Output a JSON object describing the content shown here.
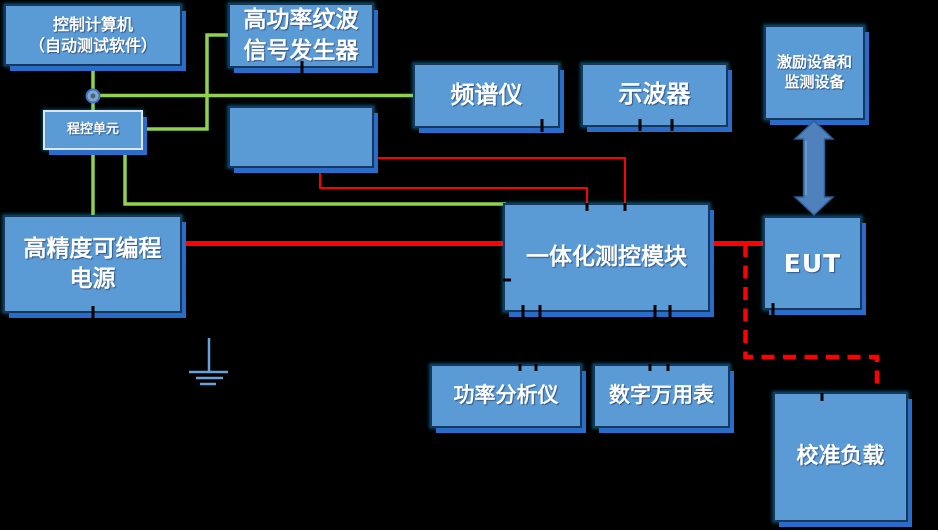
{
  "diagram": {
    "nodes": {
      "control_computer": {
        "label": "控制计算机\n（自动测试软件）"
      },
      "program_control_unit": {
        "label": "程控单元"
      },
      "ripple_generator": {
        "label": "高功率纹波\n信号发生器"
      },
      "spectrum_analyzer": {
        "label": "频谱仪"
      },
      "oscilloscope": {
        "label": "示波器"
      },
      "excitation_monitoring": {
        "label": "激励设备和\n监测设备"
      },
      "programmable_power_supply": {
        "label": "高精度可编程\n电源"
      },
      "integrated_module": {
        "label": "一体化测控模块"
      },
      "eut": {
        "label": "EUT"
      },
      "power_analyzer": {
        "label": "功率分析仪"
      },
      "digital_multimeter": {
        "label": "数字万用表"
      },
      "calibration_load": {
        "label": "校准负载"
      }
    },
    "symbols": {
      "ground": "ground-symbol",
      "updown_arrow": "updown-arrow",
      "junction": "junction-dot"
    }
  },
  "colors": {
    "background": "#000000",
    "box_fill": "#5b9bd5",
    "box_border": "#17375d",
    "box_shadow": "#2a6dc8",
    "unit_border": "#dce4ee",
    "green_line": "#92d050",
    "red_line": "#ff0000",
    "arrow_fill": "#4f81bd",
    "arrow_border": "#2f5d94",
    "ground_line": "#6aa2d8",
    "junction_fill": "#8ba3bd",
    "junction_border": "#2f7ad0",
    "text_color": "#ffffff"
  }
}
